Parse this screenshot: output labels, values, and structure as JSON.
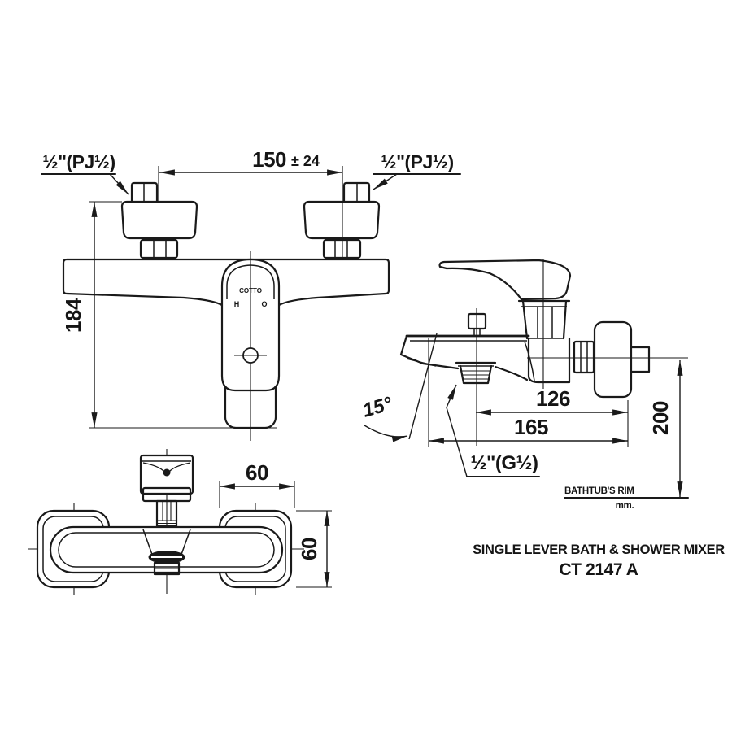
{
  "title_block": {
    "product_name": "SINGLE LEVER BATH & SHOWER MIXER",
    "model_code": "CT 2147 A"
  },
  "front_view": {
    "center_distance": "150",
    "center_distance_tolerance": "± 24",
    "overall_height": "184",
    "left_inlet_thread": "½\"(PJ½)",
    "right_inlet_thread": "½\"(PJ½)",
    "brand_mark": "COTTO",
    "hot_marker": "H",
    "cold_marker": "O"
  },
  "side_view": {
    "reach_to_outlet_center": "126",
    "overall_reach": "165",
    "height_above_rim": "200",
    "spout_angle": "15°",
    "outlet_thread": "½\"(G½)",
    "reference_label": "BATHTUB'S RIM",
    "unit_label": "mm."
  },
  "top_view": {
    "flange_width": "60",
    "flange_depth": "60"
  }
}
